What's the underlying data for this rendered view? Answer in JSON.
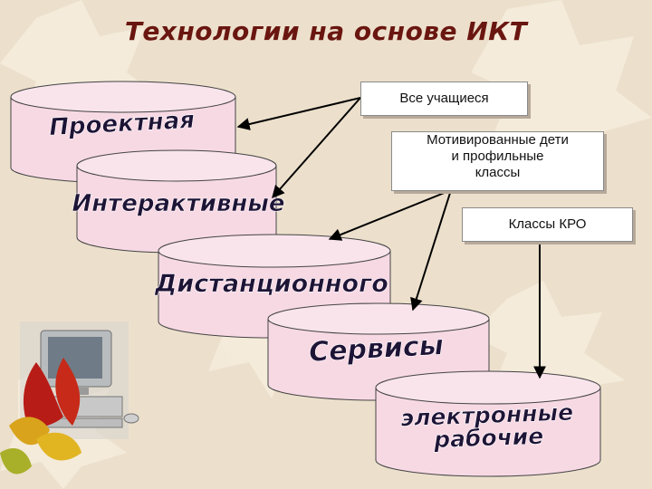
{
  "title": "Технологии на основе ИКТ",
  "boxes": {
    "all_students": "Все учащиеся",
    "motivated_line1": "Мотивированные дети",
    "motivated_line2": "и профильные",
    "motivated_line3": "классы",
    "kro": "Классы КРО"
  },
  "cylinders": [
    {
      "label": "Проектная"
    },
    {
      "label": "Интерактивные"
    },
    {
      "label": "Дистанционного"
    },
    {
      "label": "Сервисы"
    },
    {
      "label_line1": "электронные",
      "label_line2": "рабочие"
    }
  ],
  "colors": {
    "title": "#6a1610",
    "cylinder_fill": "#f7d9e4",
    "cylinder_top": "#f9e4ec",
    "cylinder_text": "#1d1436",
    "background": "#ece0cc",
    "arrow": "#000000"
  }
}
